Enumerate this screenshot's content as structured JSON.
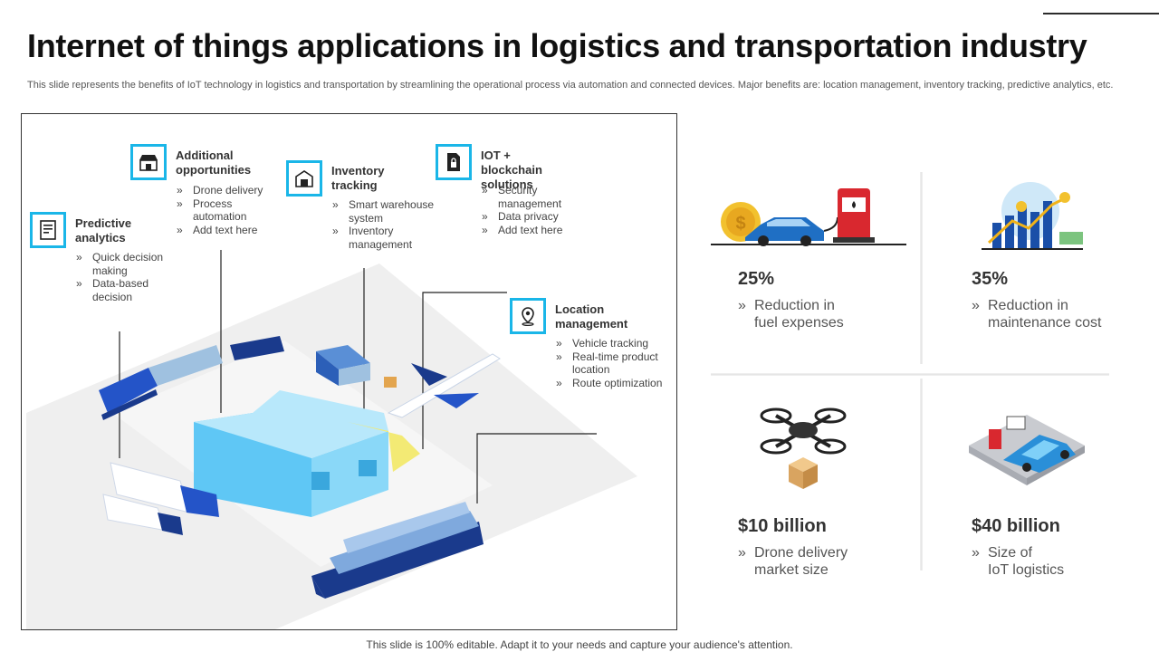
{
  "header": {
    "title": "Internet of things applications in logistics and transportation industry",
    "description": "This slide represents the benefits of IoT technology in logistics and transportation by streamlining the operational process via automation and connected devices. Major benefits are: location management, inventory tracking, predictive analytics, etc."
  },
  "features": [
    {
      "title_line1": "Predictive",
      "title_line2": "analytics",
      "icon": "analytics-report-icon",
      "items": [
        "Quick decision making",
        "Data-based decision"
      ]
    },
    {
      "title_line1": "Additional",
      "title_line2": "opportunities",
      "icon": "store-icon",
      "items": [
        "Drone delivery",
        "Process automation",
        "Add text here"
      ]
    },
    {
      "title_line1": "Inventory",
      "title_line2": "tracking",
      "icon": "warehouse-icon",
      "items": [
        "Smart warehouse system",
        "Inventory management"
      ]
    },
    {
      "title_line1": "IOT + blockchain",
      "title_line2": "solutions",
      "icon": "lock-icon",
      "items": [
        "Security management",
        "Data privacy",
        "Add text here"
      ]
    },
    {
      "title_line1": "Location",
      "title_line2": "management",
      "icon": "map-pin-icon",
      "items": [
        "Vehicle tracking",
        "Real-time product location",
        "Route optimization"
      ]
    }
  ],
  "stats": [
    {
      "value": "25%",
      "desc_line1": "Reduction in",
      "desc_line2": "fuel expenses",
      "icon": "fuel-car-icon"
    },
    {
      "value": "35%",
      "desc_line1": "Reduction in",
      "desc_line2": "maintenance cost",
      "icon": "growth-chart-icon"
    },
    {
      "value": "$10 billion",
      "desc_line1": "Drone delivery",
      "desc_line2": "market size",
      "icon": "drone-icon"
    },
    {
      "value": "$40 billion",
      "desc_line1": "Size of",
      "desc_line2": "IoT logistics",
      "icon": "ev-charging-icon"
    }
  ],
  "footer": "This slide is 100% editable. Adapt it to your needs and capture your audience's attention.",
  "colors": {
    "accent": "#1ab6e8",
    "navy": "#1a3a8c",
    "light_blue": "#7fd3f7"
  }
}
